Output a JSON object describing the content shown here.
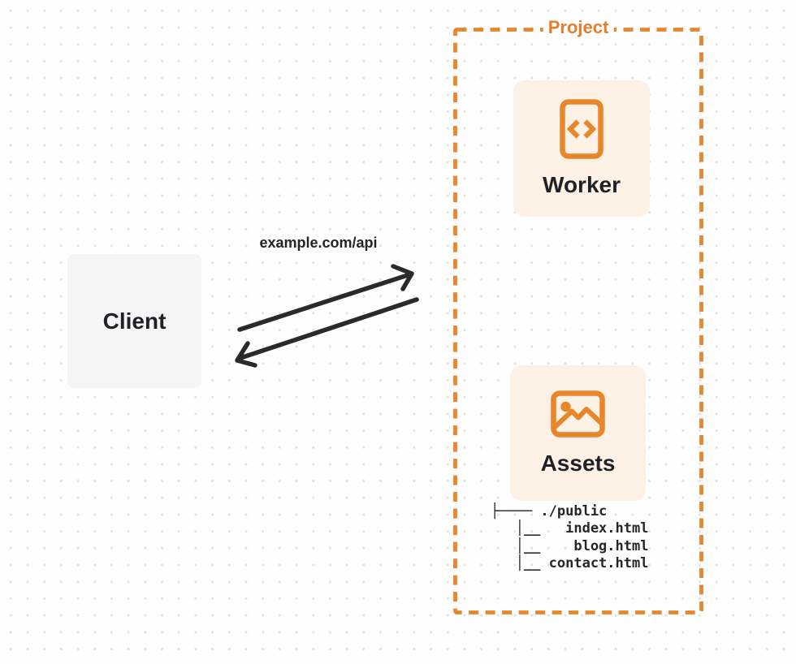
{
  "client": {
    "label": "Client"
  },
  "request": {
    "label": "example.com/api"
  },
  "project": {
    "label": "Project",
    "worker": {
      "label": "Worker",
      "icon": "code-file-icon"
    },
    "assets": {
      "label": "Assets",
      "icon": "image-icon"
    },
    "file_tree": {
      "lines": [
        "├──── ./public",
        "   │__   index.html",
        "   │__    blog.html",
        "   │__ contact.html"
      ]
    }
  },
  "colors": {
    "accent_orange": "#e8862b",
    "project_label_orange": "#e87d2b",
    "card_background": "#fcf1e4",
    "arrow_dark": "#2a2a2d",
    "text_dark": "#1f2126",
    "dot_grid": "#e3e3e3",
    "page_background": "#fefefe"
  }
}
